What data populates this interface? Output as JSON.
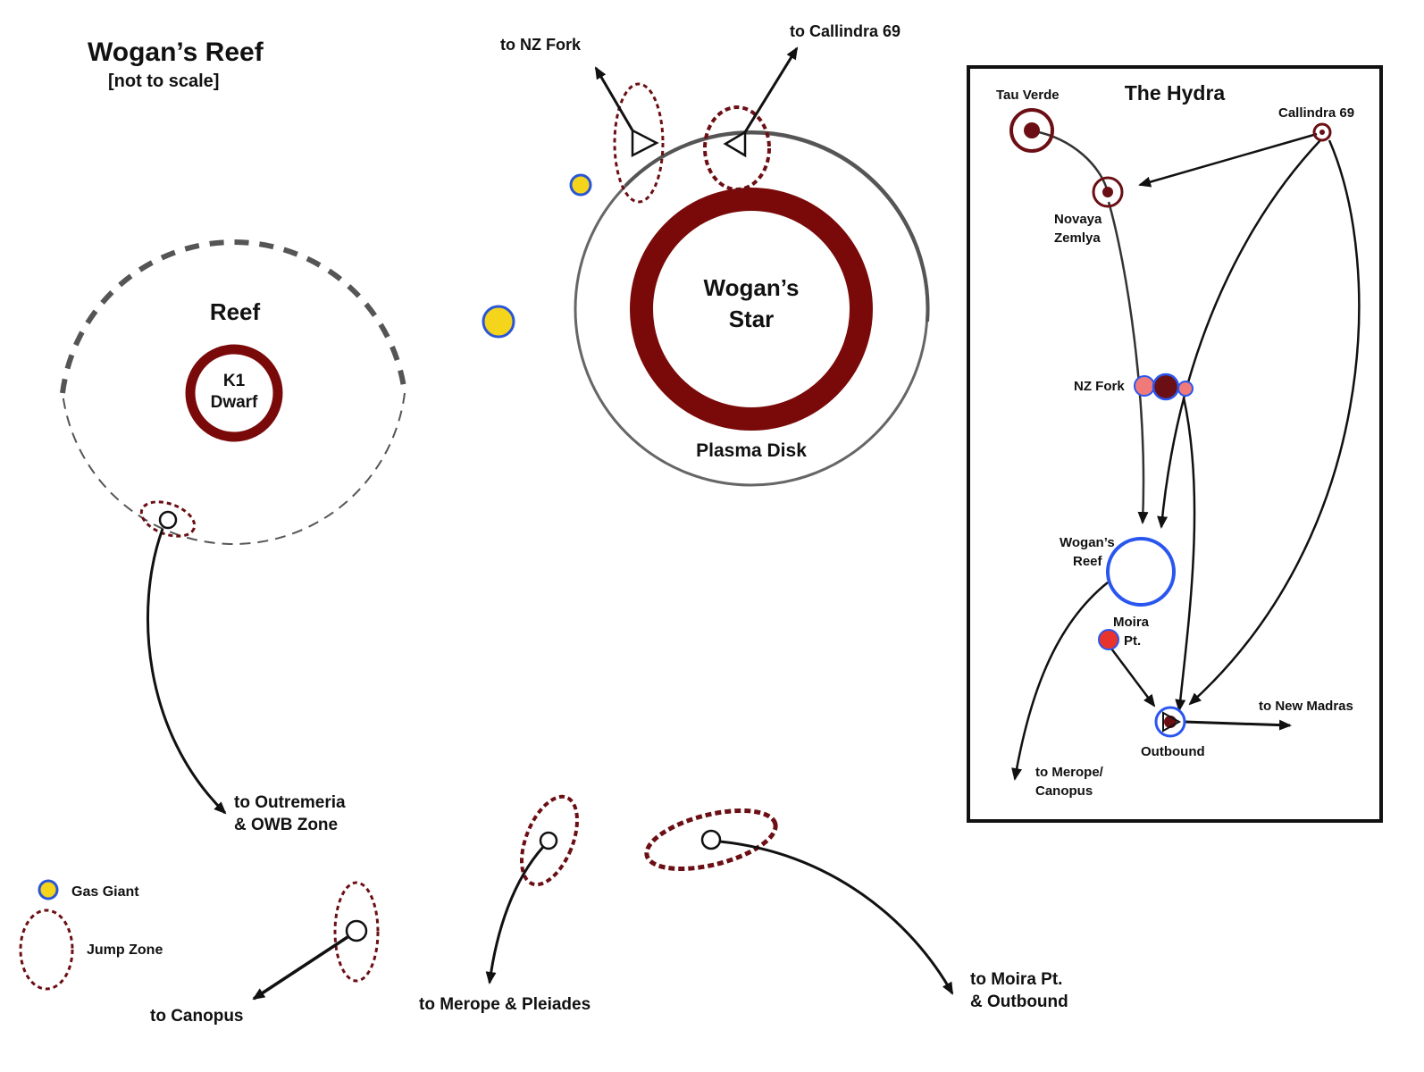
{
  "title": "Wogan’s Reef",
  "subtitle": "[not to scale]",
  "colors": {
    "jump_zone": "#6b0f14",
    "star": "#7a0a0a",
    "gas_giant_fill": "#f5d41c",
    "gas_giant_stroke": "#2a56d6",
    "hydra_blue": "#2a56f0",
    "pink": "#f07a7a",
    "red": "#e8342c"
  },
  "main": {
    "reef_label": "Reef",
    "k1_line1": "K1",
    "k1_line2": "Dwarf",
    "star_line1": "Wogan’s",
    "star_line2": "Star",
    "plasma_disk": "Plasma Disk",
    "to_nz_fork": "to NZ Fork",
    "to_callindra": "to Callindra 69",
    "to_outremeria_1": "to Outremeria",
    "to_outremeria_2": "& OWB Zone",
    "to_canopus": "to Canopus",
    "to_merope": "to Merope & Pleiades",
    "to_moira_1": "to Moira Pt.",
    "to_moira_2": "& Outbound"
  },
  "legend": {
    "gas_giant": "Gas Giant",
    "jump_zone": "Jump Zone"
  },
  "hydra": {
    "title": "The Hydra",
    "tau_verde": "Tau Verde",
    "callindra": "Callindra 69",
    "novaya_1": "Novaya",
    "novaya_2": "Zemlya",
    "nz_fork": "NZ Fork",
    "wogans_1": "Wogan’s",
    "wogans_2": "Reef",
    "moira_1": "Moira",
    "moira_2": "Pt.",
    "outbound": "Outbound",
    "to_new_madras": "to New Madras",
    "to_merope_1": "to Merope/",
    "to_merope_2": "Canopus"
  }
}
